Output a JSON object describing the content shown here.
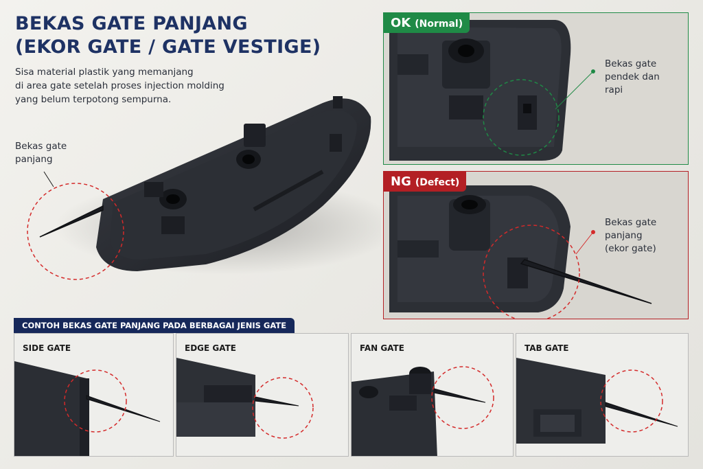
{
  "header": {
    "title_line1": "BEKAS GATE PANJANG",
    "title_line2": "(EKOR GATE / GATE VESTIGE)",
    "subtitle_line1": "Sisa material plastik yang memanjang",
    "subtitle_line2": "di area gate setelah proses injection molding",
    "subtitle_line3": "yang belum terpotong sempurna."
  },
  "hero": {
    "callout_line1": "Bekas gate",
    "callout_line2": "panjang"
  },
  "ok_panel": {
    "badge_main": "OK",
    "badge_sub": "(Normal)",
    "note_line1": "Bekas gate",
    "note_line2": "pendek dan",
    "note_line3": "rapi",
    "accent": "#1f8a46"
  },
  "ng_panel": {
    "badge_main": "NG",
    "badge_sub": "(Defect)",
    "note_line1": "Bekas gate",
    "note_line2": "panjang",
    "note_line3": "(ekor gate)",
    "accent": "#b31f24"
  },
  "examples": {
    "banner": "CONTOH BEKAS GATE PANJANG PADA BERBAGAI JENIS GATE",
    "items": [
      {
        "label": "SIDE GATE"
      },
      {
        "label": "EDGE GATE"
      },
      {
        "label": "FAN GATE"
      },
      {
        "label": "TAB GATE"
      }
    ]
  },
  "colors": {
    "title": "#1e3264",
    "banner": "#16285a",
    "circle_red": "#d42a2a",
    "circle_green": "#1f8a46"
  }
}
